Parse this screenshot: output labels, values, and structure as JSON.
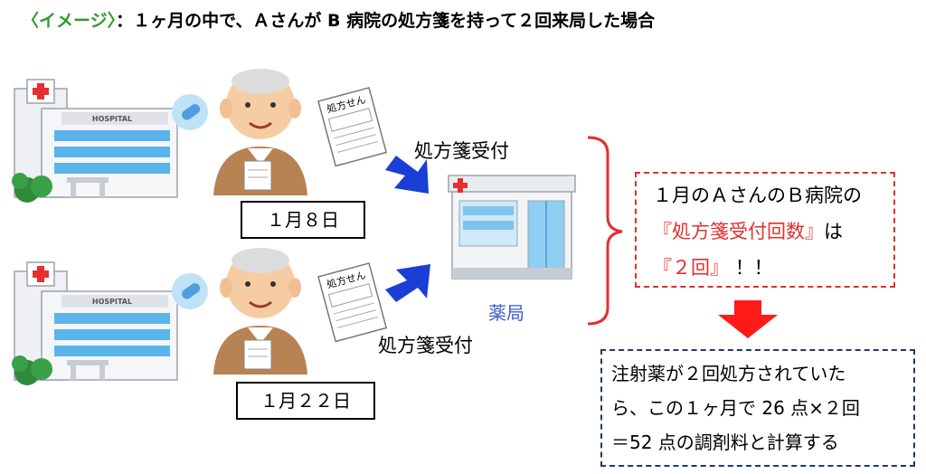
{
  "title": {
    "prefix": "〈イメージ〉",
    "text": "：１ヶ月の中で、Ａさんが B 病院の処方箋を持って２回来局した場合"
  },
  "hospital": {
    "sign": "HOSPITAL"
  },
  "prescription": {
    "label": "処方せん"
  },
  "visits": [
    {
      "date": "１月８日",
      "accept_label": "処方箋受付"
    },
    {
      "date": "１月２２日",
      "accept_label": "処方箋受付"
    }
  ],
  "pharmacy": {
    "label": "薬局"
  },
  "result": {
    "line1": "１月のＡさんのＢ病院の",
    "line2_red": "『処方箋受付回数』",
    "line2_tail": "は",
    "line3_red": "『２回』",
    "line3_tail": "！！"
  },
  "calc": {
    "line1": "注射薬が２回処方されていた",
    "line2": "ら、この１ヶ月で 26 点×２回",
    "line3": "＝52 点の調剤料と計算する"
  },
  "colors": {
    "title_green": "#2e9a2a",
    "accent_red": "#e23030",
    "arrow_blue": "#1a3fd6",
    "pharmacy_label": "#3a5bd0",
    "calc_border": "#1e3a6a"
  }
}
